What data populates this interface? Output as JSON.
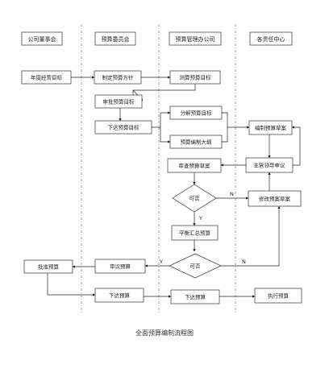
{
  "lanes": [
    {
      "id": "board",
      "label": "公司董事会"
    },
    {
      "id": "committee",
      "label": "预算委员会"
    },
    {
      "id": "office",
      "label": "预算管理办公司"
    },
    {
      "id": "centers",
      "label": "各责任中心"
    }
  ],
  "nodes": {
    "annual_target": "年度经营目标",
    "set_policy": "制定预算方针",
    "measure_target": "测算预算目标",
    "approve_target": "审批预算目标",
    "issue_target": "下达预算目标",
    "decompose_target": "分解预算目标",
    "compile_outline": "预算编制大纲",
    "compile_draft": "编制预算草案",
    "leader_review": "主管领导审议",
    "review_draft": "审查预算草案",
    "decision1": "可否",
    "revise_draft": "修改预案草案",
    "balance_summary": "平衡汇总预算",
    "decision2": "可否",
    "deliberate_budget": "审议预算",
    "approve_budget": "批准预算",
    "issue_budget_committee": "下达预算",
    "issue_budget_office": "下达预算",
    "execute_budget": "执行预算"
  },
  "edge_labels": {
    "d1_no": "N",
    "d1_yes": "Y",
    "d2_no": "N",
    "d2_yes": "Y"
  },
  "caption": "全面预算编制流程图"
}
